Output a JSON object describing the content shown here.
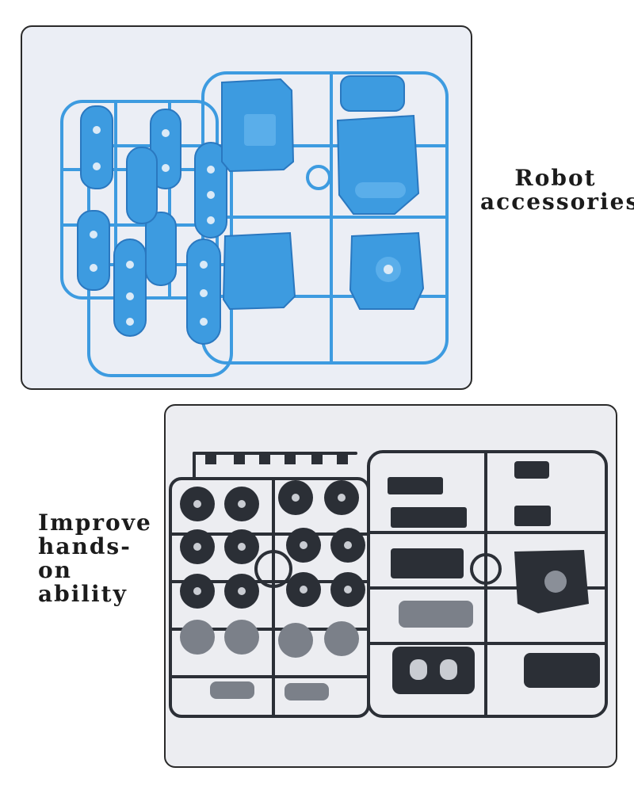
{
  "top_panel": {
    "caption_lines": [
      "Robot",
      "accessories"
    ],
    "part_color": "#3d9be0",
    "photo_subject": "blue plastic robot parts on sprue frame"
  },
  "bottom_panel": {
    "caption_lines": [
      "Improve",
      "hands-on",
      "ability"
    ],
    "part_color": "#2b2f36",
    "photo_subject": "black plastic robot parts and gears on sprue frame"
  }
}
